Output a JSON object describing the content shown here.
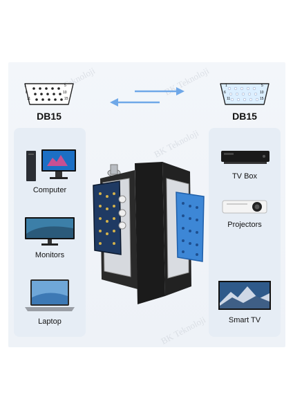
{
  "watermark": "BK Teknoloji",
  "left_port": {
    "label": "DB15",
    "pins_top": [
      "1",
      "5"
    ],
    "pins_mid": [
      "6",
      "10"
    ],
    "pins_bottom": [
      "11",
      "15"
    ]
  },
  "right_port": {
    "label": "DB15",
    "pins_top": [
      "1",
      "5"
    ],
    "pins_mid": [
      "6",
      "10"
    ],
    "pins_bottom": [
      "11",
      "15"
    ]
  },
  "left_devices": [
    {
      "label": "Computer",
      "icon": "computer-icon"
    },
    {
      "label": "Monitors",
      "icon": "monitor-icon"
    },
    {
      "label": "Laptop",
      "icon": "laptop-icon"
    }
  ],
  "right_devices": [
    {
      "label": "TV Box",
      "icon": "tv-box-icon"
    },
    {
      "label": "Projectors",
      "icon": "projector-icon"
    },
    {
      "label": "Smart TV",
      "icon": "smart-tv-icon"
    }
  ],
  "colors": {
    "background": "#eef2f7",
    "panel": "#e6edf5",
    "arrow": "#6fa8e8",
    "male_connector": "#1f3a63",
    "female_connector": "#3d87d6"
  }
}
